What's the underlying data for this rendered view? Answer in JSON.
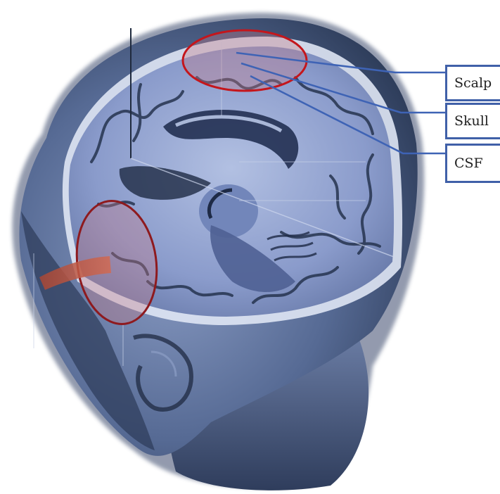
{
  "labels": {
    "scalp": "Scalp",
    "skull": "Skull",
    "csf": "CSF"
  },
  "colors": {
    "background": "#ffffff",
    "head_tissue": "#5a6e94",
    "brain_tissue": "#7d8fc0",
    "sulci": "#26344f",
    "highlight_ellipse": "#c4161c",
    "highlight_fill": "#c87a86",
    "electrode_patch": "#c0523c",
    "label_border": "#4060a8",
    "leader_line": "#3e63b5"
  }
}
